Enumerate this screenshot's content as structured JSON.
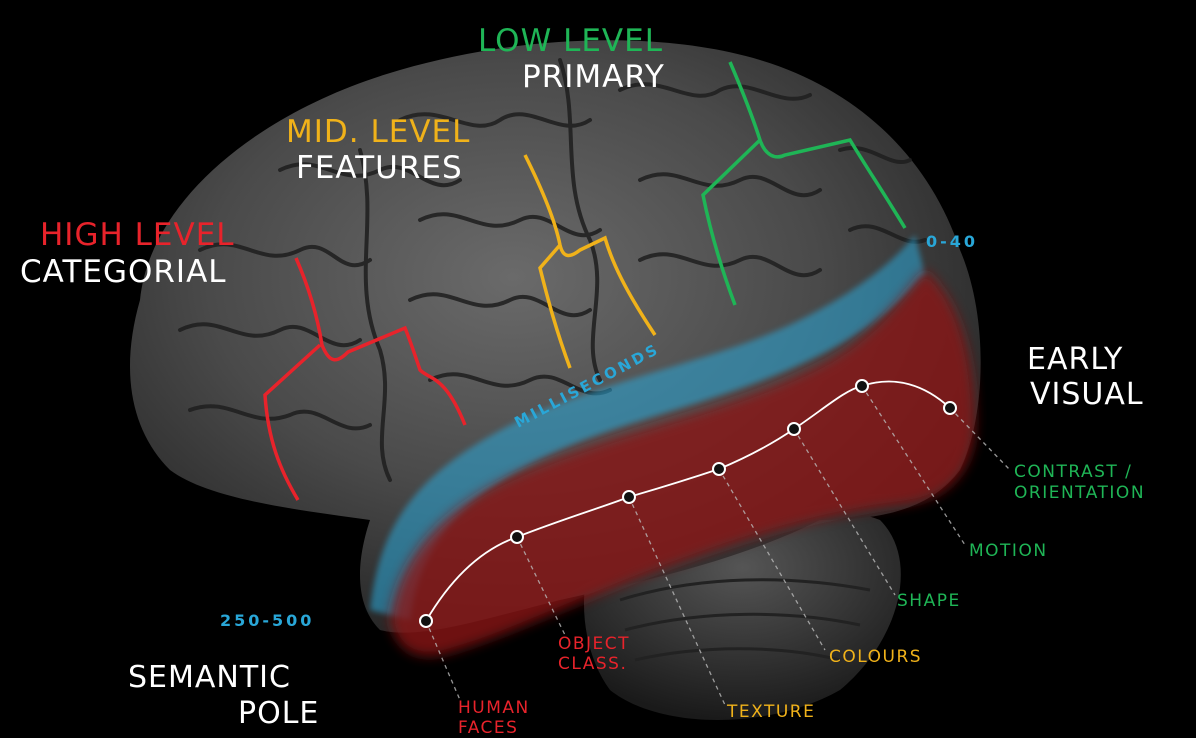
{
  "colors": {
    "high": "#e8232b",
    "mid": "#f0b21a",
    "low": "#1fb556",
    "time": "#29a7d8",
    "label": "#ffffff",
    "background": "#000000"
  },
  "levels": {
    "low": {
      "level": "LOW LEVEL",
      "name": "PRIMARY"
    },
    "mid": {
      "level": "MID. LEVEL",
      "name": "FEATURES"
    },
    "high": {
      "level": "HIGH LEVEL",
      "name": "CATEGORIAL"
    }
  },
  "timing": {
    "start": "0-40",
    "end": "250-500",
    "unit": "MILLISECONDS"
  },
  "poles": {
    "early": [
      "EARLY",
      "VISUAL"
    ],
    "semantic": [
      "SEMANTIC",
      "POLE"
    ]
  },
  "features": [
    {
      "id": "contrast",
      "lines": [
        "CONTRAST /",
        "ORIENTATION"
      ],
      "color": "#1fb556"
    },
    {
      "id": "motion",
      "lines": [
        "MOTION"
      ],
      "color": "#1fb556"
    },
    {
      "id": "shape",
      "lines": [
        "SHAPE"
      ],
      "color": "#1fb556"
    },
    {
      "id": "colours",
      "lines": [
        "COLOURS"
      ],
      "color": "#f0b21a"
    },
    {
      "id": "texture",
      "lines": [
        "TEXTURE"
      ],
      "color": "#f0b21a"
    },
    {
      "id": "object-class",
      "lines": [
        "OBJECT",
        "CLASS."
      ],
      "color": "#e8232b"
    },
    {
      "id": "human-faces",
      "lines": [
        "HUMAN",
        "FACES"
      ],
      "color": "#e8232b"
    }
  ]
}
